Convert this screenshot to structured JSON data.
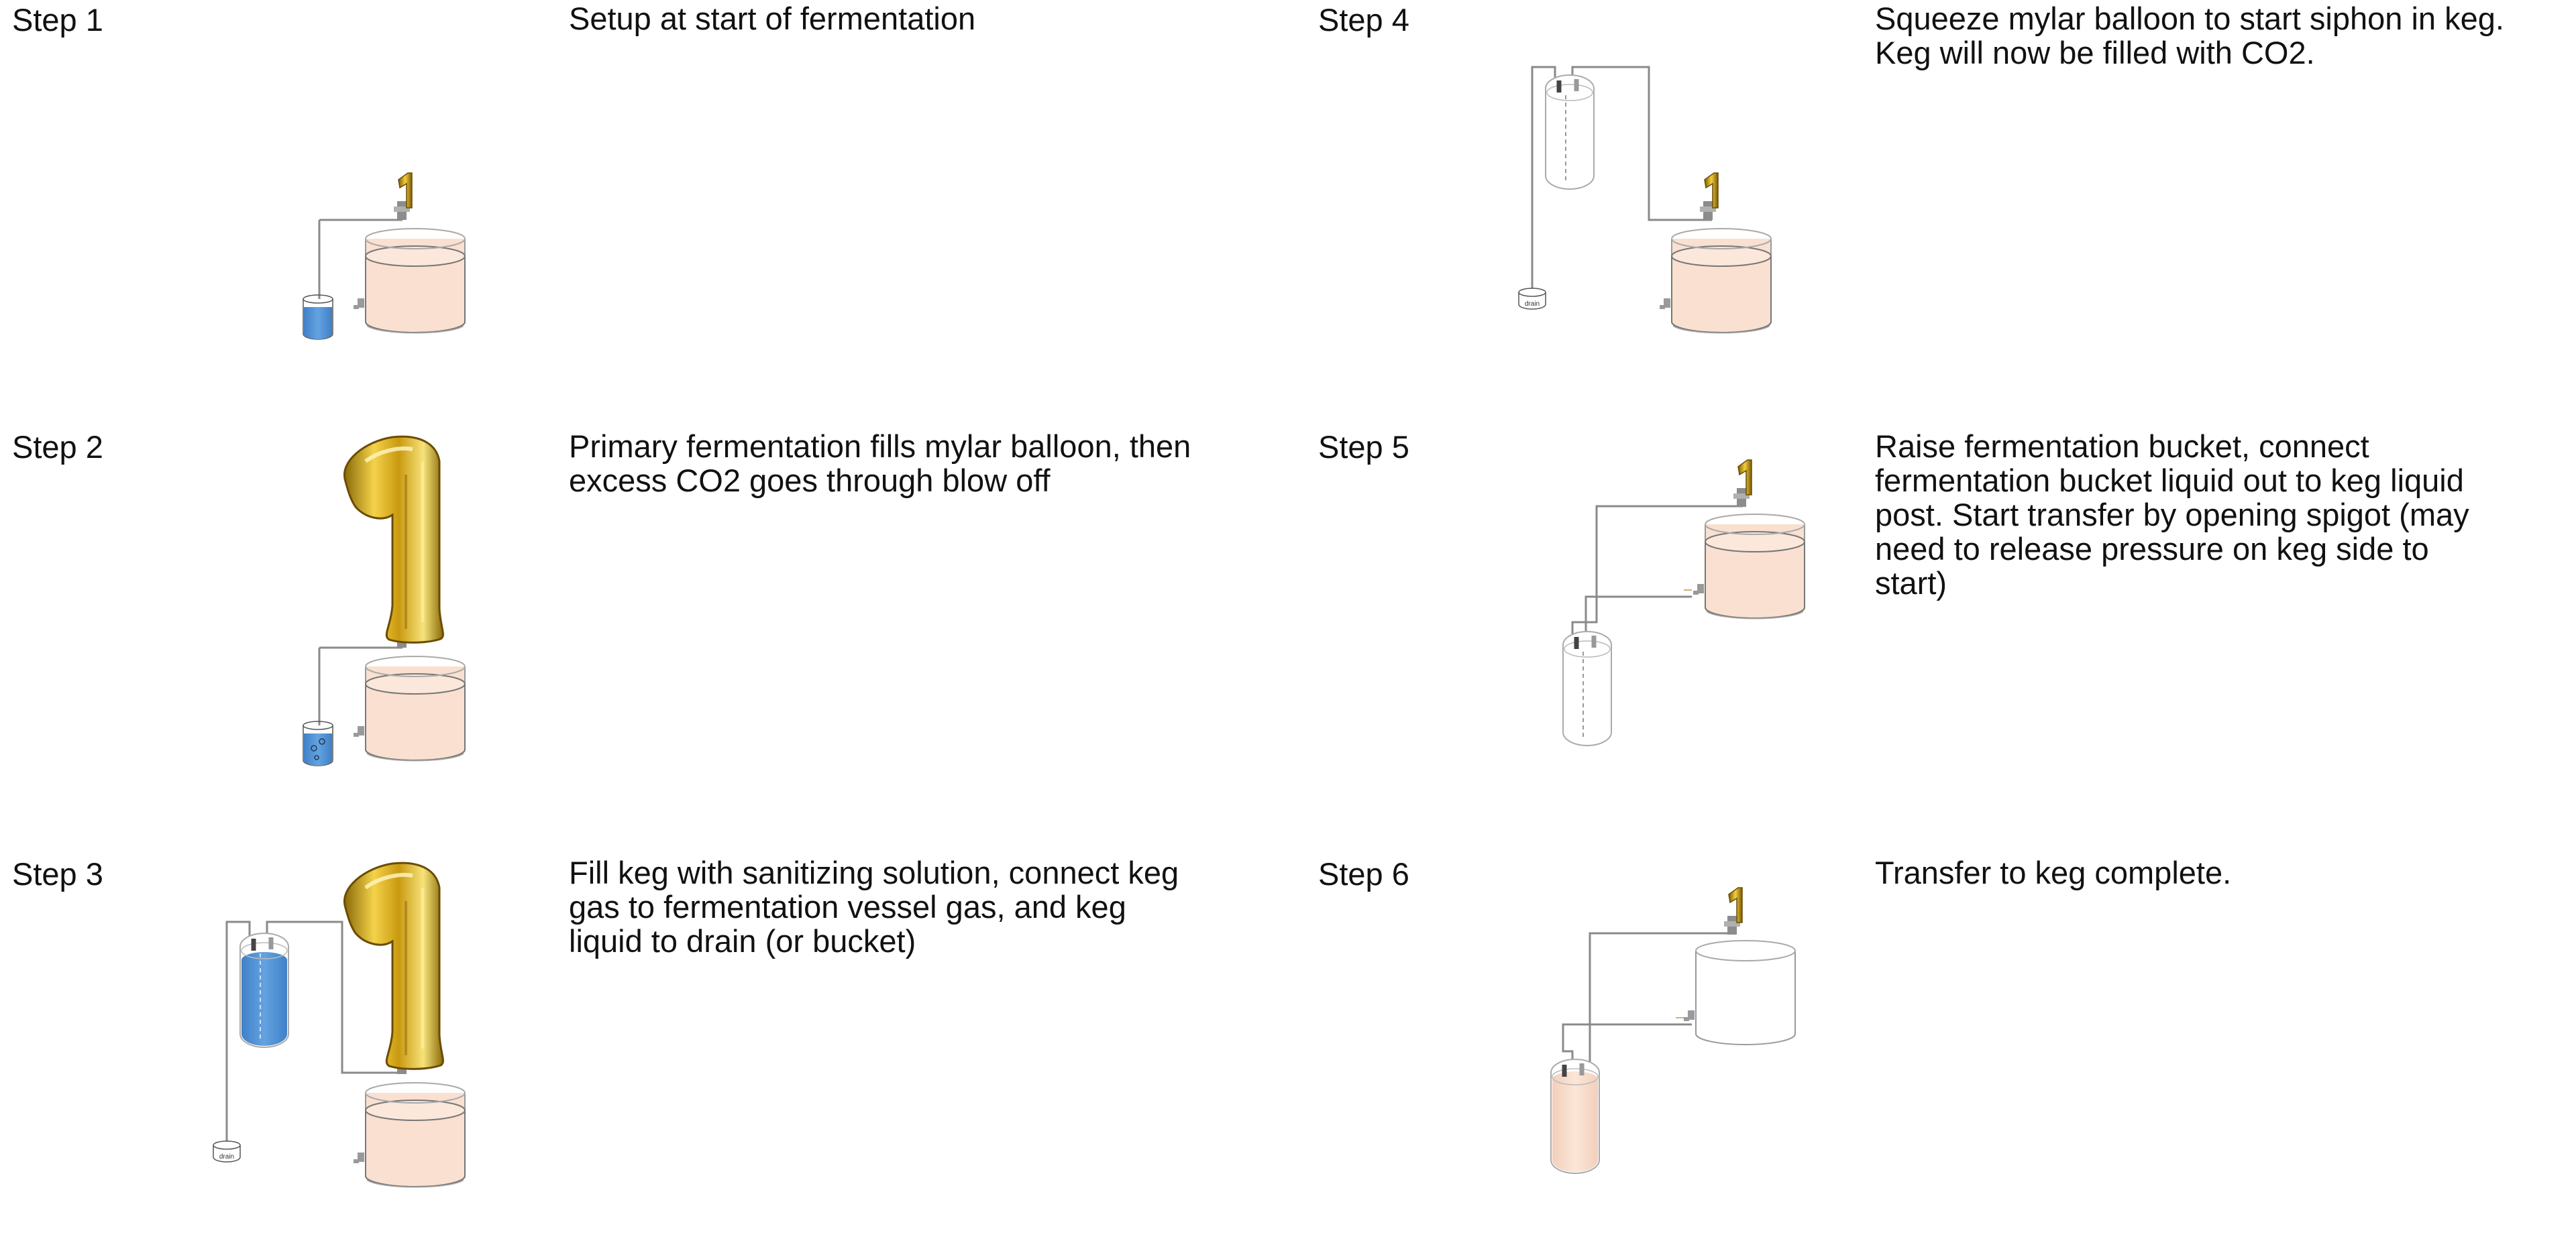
{
  "steps": [
    {
      "label": "Step 1",
      "description": "Setup at start of fermentation"
    },
    {
      "label": "Step 2",
      "description": "Primary fermentation fills mylar balloon, then excess CO2 goes through blow off"
    },
    {
      "label": "Step 3",
      "description": "Fill keg with sanitizing solution, connect keg gas to fermentation vessel gas, and keg liquid to drain (or bucket)"
    },
    {
      "label": "Step 4",
      "description": "Squeeze mylar balloon to start siphon in keg. Keg will now be filled with CO2."
    },
    {
      "label": "Step 5",
      "description": "Raise fermentation bucket, connect fermentation bucket liquid out to keg liquid post. Start transfer by opening spigot (may need to release pressure on keg side to start)"
    },
    {
      "label": "Step 6",
      "description": "Transfer to keg complete."
    }
  ],
  "diagram": {
    "balloon_digit": "1",
    "drain_label": "drain"
  },
  "colors": {
    "wort": "#f9e0d0",
    "water": "#4a8bd0",
    "pipe": "#8a8a8a",
    "outline": "#9a9a9a",
    "balloon_gold": "#d4a10f"
  }
}
